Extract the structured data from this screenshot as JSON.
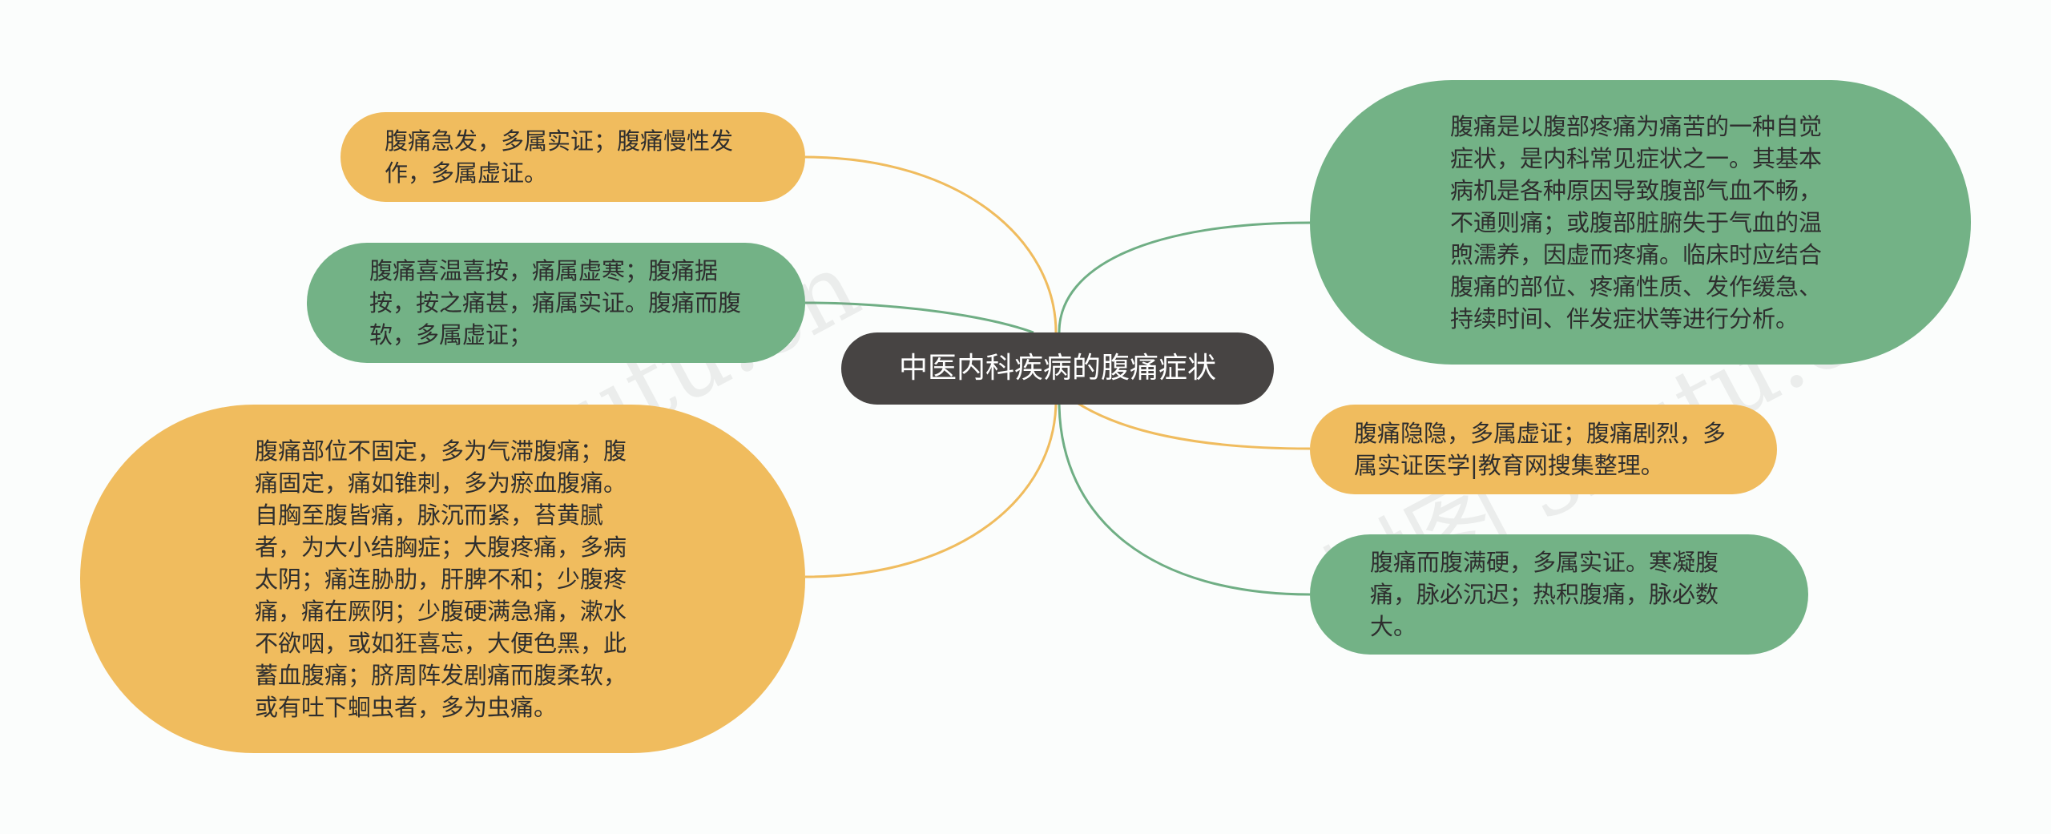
{
  "center": {
    "title": "中医内科疾病的腹痛症状"
  },
  "left_nodes": [
    {
      "text": "腹痛急发，多属实证；腹痛慢性发作，多属虚证。",
      "color": "#f0bc5e"
    },
    {
      "text": "腹痛喜温喜按，痛属虚寒；腹痛据按，按之痛甚，痛属实证。腹痛而腹软，多属虚证；",
      "color": "#73b286"
    },
    {
      "text": "腹痛部位不固定，多为气滞腹痛；腹痛固定，痛如锥刺，多为瘀血腹痛。自胸至腹皆痛，脉沉而紧，苔黄腻者，为大小结胸症；大腹疼痛，多病太阴；痛连胁肋，肝脾不和；少腹疼痛，痛在厥阴；少腹硬满急痛，漱水不欲咽，或如狂喜忘，大便色黑，此蓄血腹痛；脐周阵发剧痛而腹柔软，或有吐下蛔虫者，多为虫痛。",
      "color": "#f0bc5e"
    }
  ],
  "right_nodes": [
    {
      "text": "腹痛是以腹部疼痛为痛苦的一种自觉症状，是内科常见症状之一。其基本病机是各种原因导致腹部气血不畅，不通则痛；或腹部脏腑失于气血的温煦濡养，因虚而疼痛。临床时应结合腹痛的部位、疼痛性质、发作缓急、持续时间、伴发症状等进行分析。",
      "color": "#73b286"
    },
    {
      "text": "腹痛隐隐，多属虚证；腹痛剧烈，多属实证医学|教育网搜集整理。",
      "color": "#f0bc5e"
    },
    {
      "text": "腹痛而腹满硬，多属实证。寒凝腹痛，脉必沉迟；热积腹痛，脉必数大。",
      "color": "#73b286"
    }
  ],
  "watermark": {
    "text": "树图 shutu.cn"
  }
}
